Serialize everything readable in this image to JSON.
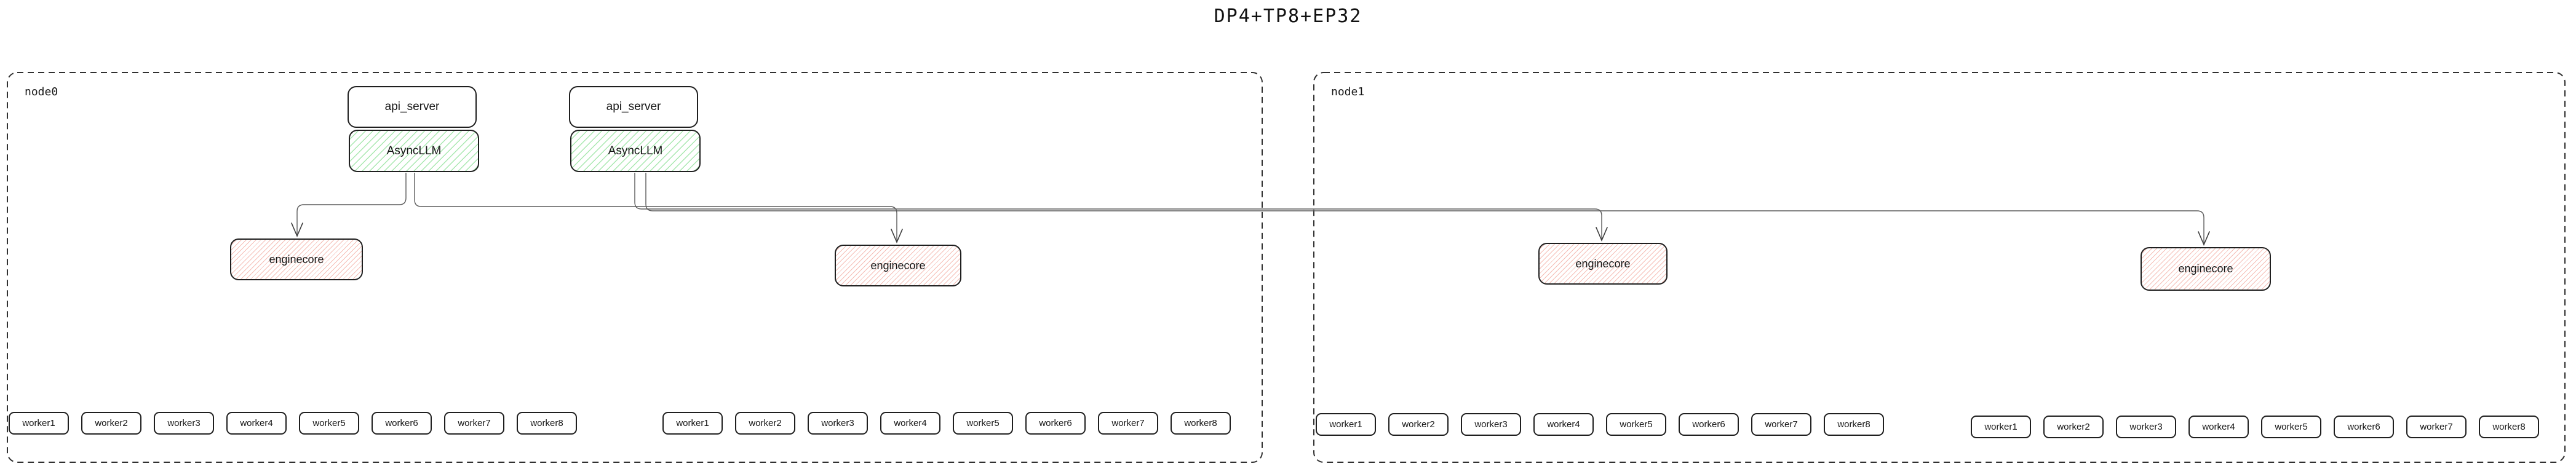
{
  "title": "DP4+TP8+EP32",
  "nodes": [
    {
      "label": "node0",
      "api_servers": [
        {
          "label": "api_server",
          "asyncllm": "AsyncLLM"
        },
        {
          "label": "api_server",
          "asyncllm": "AsyncLLM"
        }
      ],
      "enginecores": [
        "enginecore",
        "enginecore"
      ],
      "worker_groups": [
        [
          "worker1",
          "worker2",
          "worker3",
          "worker4",
          "worker5",
          "worker6",
          "worker7",
          "worker8"
        ],
        [
          "worker1",
          "worker2",
          "worker3",
          "worker4",
          "worker5",
          "worker6",
          "worker7",
          "worker8"
        ]
      ]
    },
    {
      "label": "node1",
      "api_servers": [],
      "enginecores": [
        "enginecore",
        "enginecore"
      ],
      "worker_groups": [
        [
          "worker1",
          "worker2",
          "worker3",
          "worker4",
          "worker5",
          "worker6",
          "worker7",
          "worker8"
        ],
        [
          "worker1",
          "worker2",
          "worker3",
          "worker4",
          "worker5",
          "worker6",
          "worker7",
          "worker8"
        ]
      ]
    }
  ],
  "connections": [
    {
      "from": "node0.asyncllm1",
      "to": "node0.enginecore1"
    },
    {
      "from": "node0.asyncllm1",
      "to": "node0.enginecore2"
    },
    {
      "from": "node0.asyncllm2",
      "to": "node1.enginecore1"
    },
    {
      "from": "node0.asyncllm2",
      "to": "node1.enginecore2"
    }
  ],
  "colors": {
    "box_border": "#1f1f1f",
    "green_hatch": "#a9e8b0",
    "pink_hatch": "#f5bdb5",
    "edge": "#5c5c5c"
  }
}
